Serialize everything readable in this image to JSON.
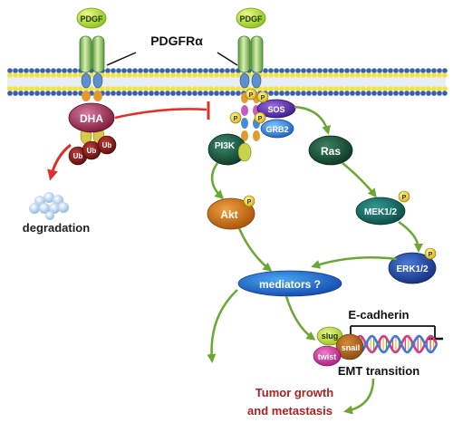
{
  "figure": {
    "receptor_label": "PDGFRα",
    "ligand_left": "PDGF",
    "ligand_right": "PDGF",
    "dha": "DHA",
    "ubiquitin": [
      "Ub",
      "Ub",
      "Ub"
    ],
    "degradation": "degradation",
    "phospho": "P",
    "sos": "SOS",
    "grb2": "GRB2",
    "pi3k": "PI3K",
    "ras": "Ras",
    "akt": "Akt",
    "mek": "MEK1/2",
    "erk": "ERK1/2",
    "mediators": "mediators ?",
    "e_cadherin": "E-cadherin",
    "slug": "slug",
    "snail": "snail",
    "twist": "twist",
    "emt": "EMT transition",
    "tumor_line1": "Tumor growth",
    "tumor_line2": "and metastasis"
  },
  "colors": {
    "green_arrow": "#6aa832",
    "red_arrow": "#e0302a",
    "membrane_yellow": "#f2e53a",
    "membrane_blue": "#3a5fb0",
    "tumor_text": "#b02020"
  }
}
